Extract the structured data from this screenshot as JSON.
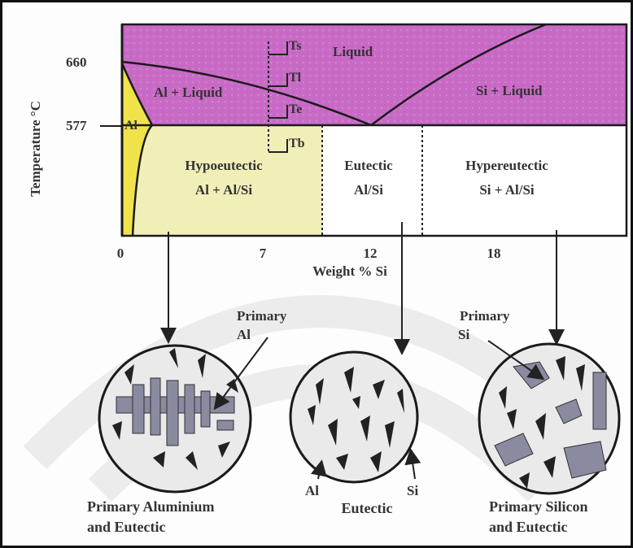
{
  "y_axis_label": "Temperature °C",
  "x_axis_label": "Weight % Si",
  "temperature_ticks": [
    "660",
    "577"
  ],
  "composition_ticks": [
    "0",
    "7",
    "12",
    "18"
  ],
  "marker_labels": [
    "Ts",
    "Tl",
    "Te",
    "Tb"
  ],
  "phase_regions": {
    "liquid": "Liquid",
    "al_liquid": "Al + Liquid",
    "si_liquid": "Si + Liquid",
    "al": "Al",
    "hypoeutectic": [
      "Hypoeutectic",
      "Al + Al/Si"
    ],
    "eutectic": [
      "Eutectic",
      "Al/Si"
    ],
    "hypereutectic": [
      "Hypereutectic",
      "Si + Al/Si"
    ]
  },
  "micrograph_labels": {
    "primary_al": [
      "Primary",
      "Al"
    ],
    "primary_si": [
      "Primary",
      "Si"
    ],
    "al": "Al",
    "si": "Si"
  },
  "captions": {
    "left": [
      "Primary Aluminium",
      "and Eutectic"
    ],
    "middle": "Eutectic",
    "right": [
      "Primary Silicon",
      "and Eutectic"
    ]
  },
  "colors": {
    "liquid_region": "#c86ac6",
    "solid_region": "#ffffff",
    "hypoeutectic_region": "#f1efb8",
    "al_region": "#f0e24a",
    "outline": "#1a1a1a",
    "circle_fill": "#eaeaea",
    "primary_phase": "#8a8aa0"
  }
}
